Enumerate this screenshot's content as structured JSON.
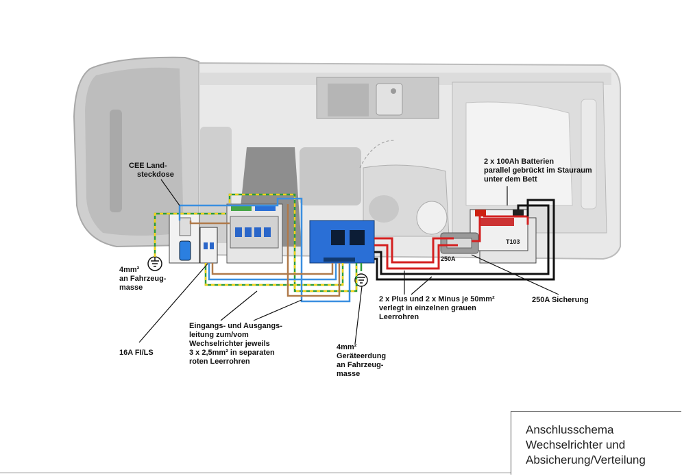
{
  "labels": {
    "cee": [
      "CEE Land-",
      "steckdose"
    ],
    "ground_left": [
      "4mm²",
      "an Fahrzeug-",
      "masse"
    ],
    "fi_ls": "16A FI/LS",
    "in_out": [
      "Eingangs- und Ausgangs-",
      "leitung zum/vom",
      "Wechselrichter jeweils",
      "3 x 2,5mm² in separaten",
      "roten Leerrohren"
    ],
    "ground_mid": [
      "4mm²",
      "Geräteerdung",
      "an Fahrzeug-",
      "masse"
    ],
    "cables": [
      "2 x Plus und 2 x Minus je 50mm²",
      "verlegt in einzelnen grauen",
      "Leerrohren"
    ],
    "fuse": "250A Sicherung",
    "batteries": [
      "2 x 100Ah Batterien",
      "parallel gebrückt im Stauraum",
      "unter dem Bett"
    ],
    "fuse_tag": "250A",
    "battery_tag": "T103"
  },
  "title": [
    "Anschlusschema",
    "Wechselrichter und",
    "Absicherung/Verteilung"
  ],
  "colors": {
    "vehicle": "#d4d4d4",
    "vehicle_dark": "#b8b8b8",
    "inverter": "#2a6fd6",
    "pe_green": "#2e9b3a",
    "pe_yellow": "#f2d21b",
    "live_brown": "#b07a4a",
    "neutral_blue": "#3a8fe0",
    "dc_plus": "#d42020",
    "dc_minus": "#111111"
  }
}
